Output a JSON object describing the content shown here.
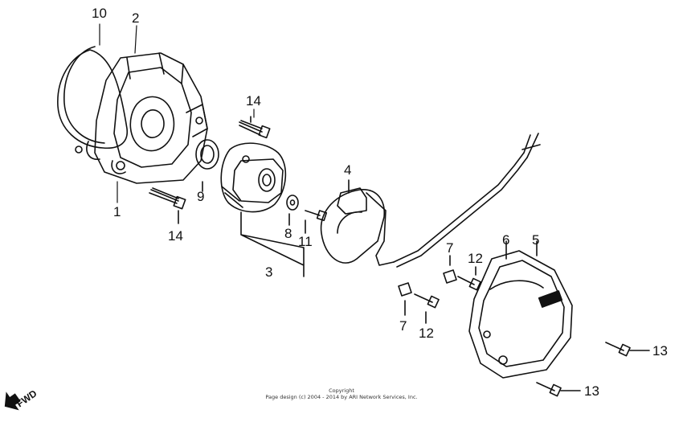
{
  "diagram": {
    "callouts": [
      {
        "id": "c10a",
        "text": "10"
      },
      {
        "id": "c2",
        "text": "2"
      },
      {
        "id": "c1",
        "text": "1"
      },
      {
        "id": "c14a",
        "text": "14"
      },
      {
        "id": "c14b",
        "text": "14"
      },
      {
        "id": "c9",
        "text": "9"
      },
      {
        "id": "c8",
        "text": "8"
      },
      {
        "id": "c11",
        "text": "11"
      },
      {
        "id": "c3",
        "text": "3"
      },
      {
        "id": "c4",
        "text": "4"
      },
      {
        "id": "c7a",
        "text": "7"
      },
      {
        "id": "c12a",
        "text": "12"
      },
      {
        "id": "c6",
        "text": "6"
      },
      {
        "id": "c5",
        "text": "5"
      },
      {
        "id": "c7b",
        "text": "7"
      },
      {
        "id": "c12b",
        "text": "12"
      },
      {
        "id": "c13a",
        "text": "13"
      },
      {
        "id": "c13b",
        "text": "13"
      }
    ],
    "direction_label": "FWD",
    "copyright_line1": "Copyright",
    "copyright_line2": "Page design (c) 2004 - 2014 by ARI Network Services, Inc."
  },
  "colors": {
    "ink": "#111111",
    "paper": "#ffffff"
  },
  "icons": [
    "fwd-arrow-icon"
  ]
}
